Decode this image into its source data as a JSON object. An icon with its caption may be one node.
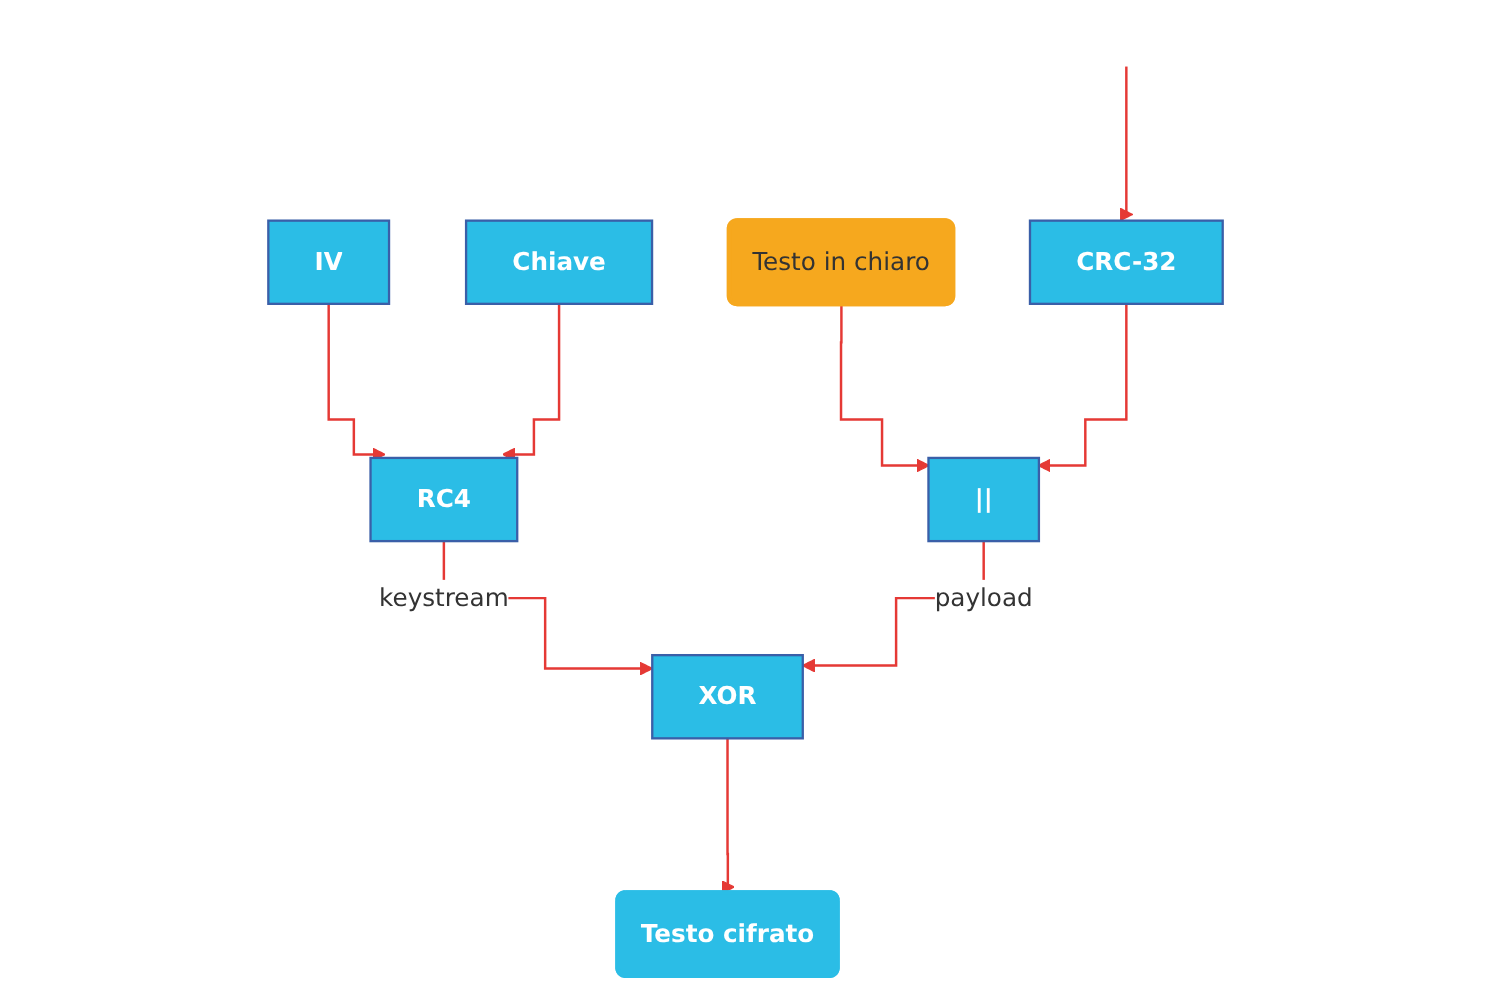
{
  "diagram": {
    "nodes": [
      {
        "text": [
          "IV"
        ]
      },
      {
        "text": [
          "Chiave"
        ]
      },
      {
        "text": [
          "RC4"
        ]
      },
      {
        "text": [
          "Testo in chiaro"
        ]
      },
      {
        "text": [
          "XOR"
        ]
      },
      {
        "text": [
          "||"
        ]
      },
      {
        "text": [
          "CRC-32"
        ]
      },
      {
        "text": [
          "Testo cifrato"
        ]
      }
    ],
    "edges": [
      {
        "from": 0,
        "to": 2,
        "arrow": "to"
      },
      {
        "from": 1,
        "to": 2,
        "arrow": "to"
      },
      {
        "from": 3,
        "to": 5,
        "arrow": "to"
      },
      {
        "from": null,
        "to": 6,
        "arrow": "to"
      },
      {
        "from": 2,
        "to": 4,
        "arrow": "to",
        "label": "keystream"
      },
      {
        "from": 6,
        "to": 5,
        "arrow": "to"
      },
      {
        "from": 5,
        "to": 4,
        "arrow": "to",
        "label": "payload"
      },
      {
        "from": 4,
        "to": 7,
        "arrow": "to"
      }
    ]
  }
}
